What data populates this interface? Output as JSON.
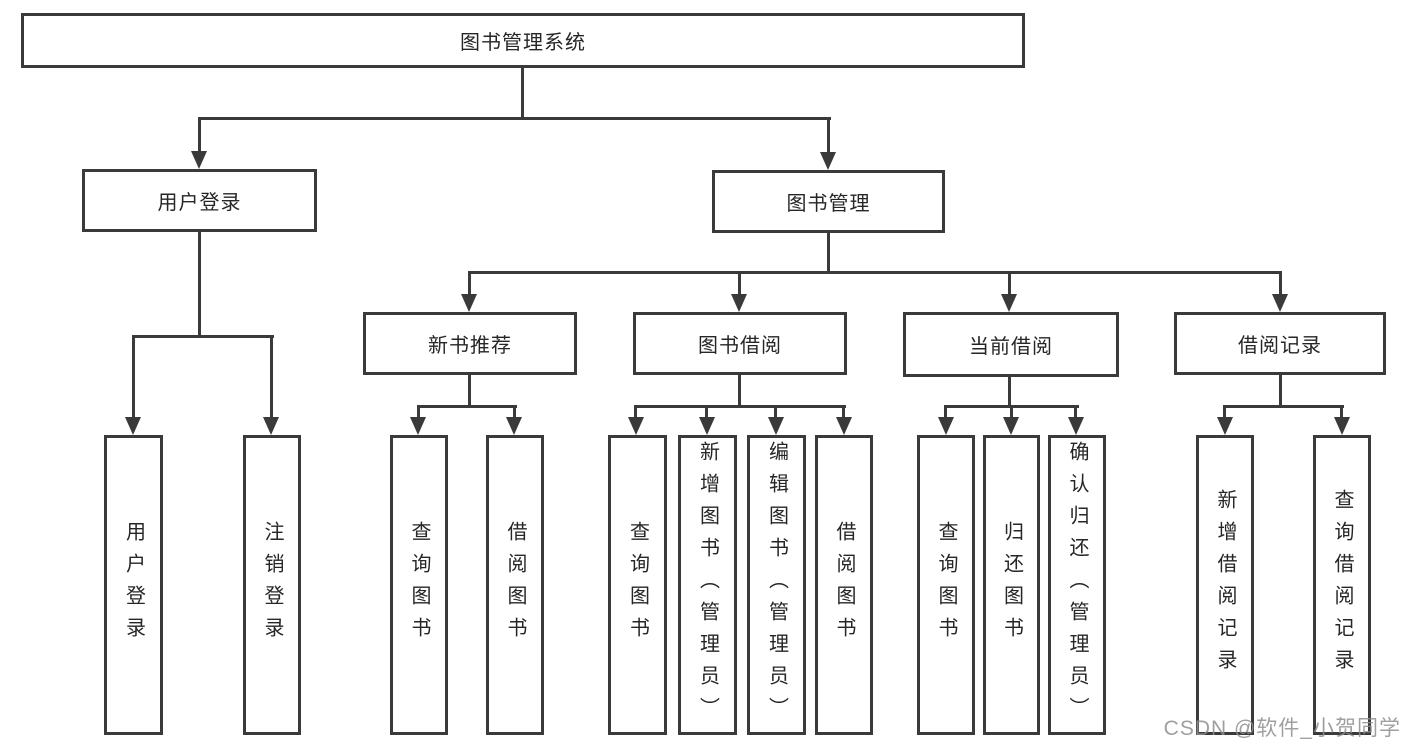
{
  "page": {
    "watermark": "CSDN @软件_小贺同学"
  },
  "tree": {
    "root": "图书管理系统",
    "branches": [
      {
        "label": "用户登录",
        "children": [
          {
            "label": "用户登录"
          },
          {
            "label": "注销登录"
          }
        ]
      },
      {
        "label": "图书管理",
        "children": [
          {
            "label": "新书推荐",
            "children": [
              {
                "label": "查询图书"
              },
              {
                "label": "借阅图书"
              }
            ]
          },
          {
            "label": "图书借阅",
            "children": [
              {
                "label": "查询图书"
              },
              {
                "label": "新增图书（管理员）"
              },
              {
                "label": "编辑图书（管理员）"
              },
              {
                "label": "借阅图书"
              }
            ]
          },
          {
            "label": "当前借阅",
            "children": [
              {
                "label": "查询图书"
              },
              {
                "label": "归还图书"
              },
              {
                "label": "确认归还（管理员）"
              }
            ]
          },
          {
            "label": "借阅记录",
            "children": [
              {
                "label": "新增借阅记录"
              },
              {
                "label": "查询借阅记录"
              }
            ]
          }
        ]
      }
    ]
  },
  "colors": {
    "line": "#3a3a3a",
    "text": "#262626",
    "background": "#ffffff",
    "watermark": "#8f8f8f"
  }
}
